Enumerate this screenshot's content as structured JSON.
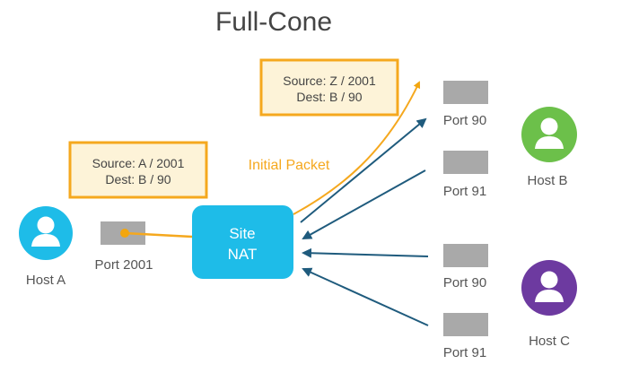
{
  "diagram": {
    "title": "Full-Cone",
    "colors": {
      "orange": "#f5a81e",
      "orange_dark": "#f2a60f",
      "box_fill": "#fdf3d8",
      "nat_blue": "#1ebce8",
      "arrow_blue": "#1f5b7d",
      "port_gray": "#a9a9a9",
      "host_a_blue": "#1ebce8",
      "host_b_green": "#6cc04a",
      "host_c_purple": "#6d3aa0",
      "label_gray": "#555555",
      "title_gray": "#444444"
    },
    "packet_box_top": {
      "line1": "Source: Z / 2001",
      "line2": "Dest: B / 90"
    },
    "packet_box_left": {
      "line1": "Source: A / 2001",
      "line2": "Dest: B / 90"
    },
    "initial_packet_label": "Initial Packet",
    "nat": {
      "line1": "Site",
      "line2": "NAT"
    },
    "hosts": [
      {
        "label": "Host A",
        "icon": "person-icon"
      },
      {
        "label": "Host B",
        "icon": "person-icon"
      },
      {
        "label": "Host C",
        "icon": "person-icon"
      }
    ],
    "ports": {
      "a": "Port 2001",
      "b1": "Port 90",
      "b2": "Port 91",
      "c1": "Port 90",
      "c2": "Port 91"
    }
  }
}
